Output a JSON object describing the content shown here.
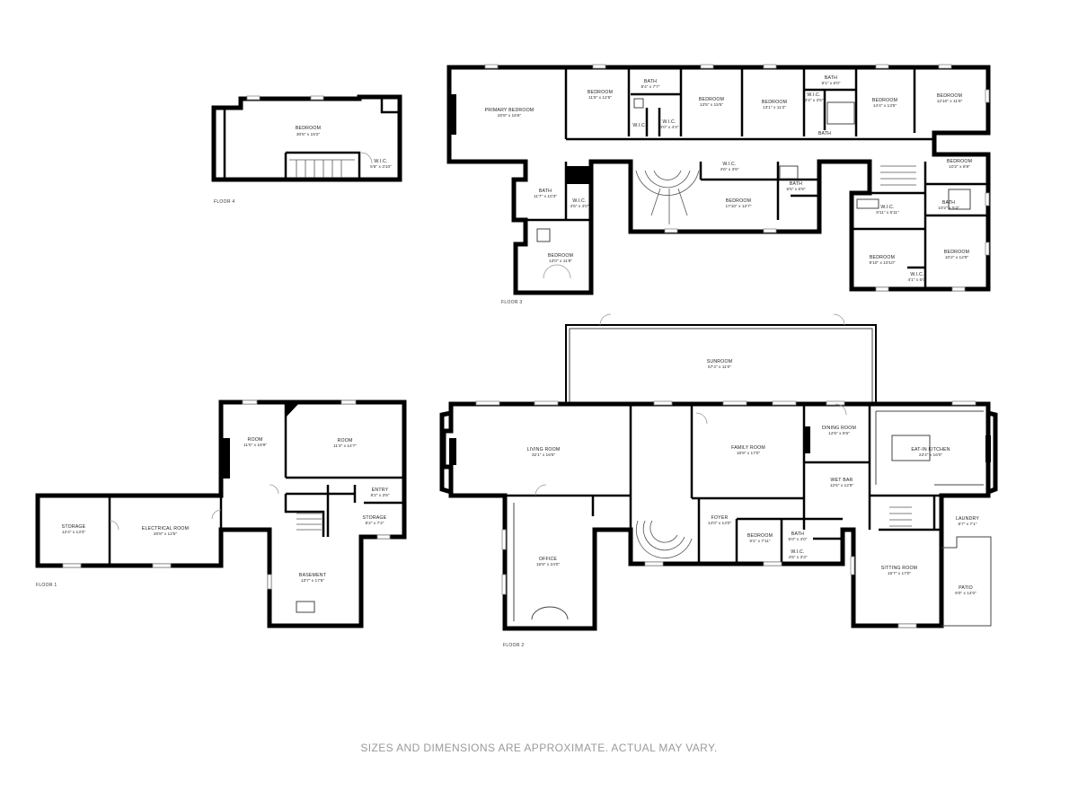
{
  "floors": {
    "floor4": {
      "label": "FLOOR 4",
      "rooms": {
        "bedroom": {
          "name": "BEDROOM",
          "dim": "30'6\" x 15'2\""
        },
        "wic": {
          "name": "W.I.C.",
          "dim": "5'6\" x 3'10\""
        }
      }
    },
    "floor3": {
      "label": "FLOOR 3",
      "rooms": {
        "primary_bedroom": {
          "name": "PRIMARY BEDROOM",
          "dim": "20'8\" x 16'6\""
        },
        "bedroom_a": {
          "name": "BEDROOM",
          "dim": "11'9\" x 12'5\""
        },
        "bath_a": {
          "name": "BATH",
          "dim": "8'4\" x 7'7\""
        },
        "wic_a": {
          "name": "W.I.C.",
          "dim": "4'0\" x 4'4\""
        },
        "wic_b": {
          "name": "W.I.C.",
          "dim": ""
        },
        "bedroom_b": {
          "name": "BEDROOM",
          "dim": "13'5\" x 15'5\""
        },
        "bedroom_c": {
          "name": "BEDROOM",
          "dim": "13'1\" x 11'2\""
        },
        "bath_b": {
          "name": "BATH",
          "dim": "9'1\" x 6'0\""
        },
        "wic_c": {
          "name": "W.I.C.",
          "dim": "3'4\" x 3'5\""
        },
        "bath_c": {
          "name": "BATH",
          "dim": ""
        },
        "bedroom_d": {
          "name": "BEDROOM",
          "dim": "14'4\" x 13'5\""
        },
        "bedroom_e": {
          "name": "BEDROOM",
          "dim": "12'10\" x 11'9\""
        },
        "bedroom_f": {
          "name": "BEDROOM",
          "dim": "10'2\" x 8'9\""
        },
        "bath_d": {
          "name": "BATH",
          "dim": "11'7\" x 10'3\""
        },
        "wic_d": {
          "name": "W.I.C.",
          "dim": "4'5\" x 4'0\""
        },
        "wic_e": {
          "name": "W.I.C.",
          "dim": "4'6\" x 3'6\""
        },
        "bedroom_g": {
          "name": "BEDROOM",
          "dim": "17'10\" x 12'7\""
        },
        "bath_e": {
          "name": "BATH",
          "dim": "6'5\" x 6'9\""
        },
        "wic_f": {
          "name": "W.I.C.",
          "dim": "9'11\" x 5'11\""
        },
        "bath_f": {
          "name": "BATH",
          "dim": "10'2\" x 5'4\""
        },
        "bedroom_h": {
          "name": "BEDROOM",
          "dim": "13'0\" x 11'8\""
        },
        "bedroom_i": {
          "name": "BEDROOM",
          "dim": "9'10\" x 10'10\""
        },
        "bedroom_j": {
          "name": "BEDROOM",
          "dim": "10'2\" x 12'9\""
        },
        "wic_g": {
          "name": "W.I.C.",
          "dim": "4'1\" x 5'0\""
        }
      }
    },
    "floor2": {
      "label": "FLOOR 2",
      "rooms": {
        "sunroom": {
          "name": "SUNROOM",
          "dim": "57'4\" x 11'0\""
        },
        "living_room": {
          "name": "LIVING ROOM",
          "dim": "32'1\" x 16'5\""
        },
        "family_room": {
          "name": "FAMILY ROOM",
          "dim": "16'8\" x 17'0\""
        },
        "dining_room": {
          "name": "DINING ROOM",
          "dim": "12'6\" x 8'6\""
        },
        "eat_in_kitchen": {
          "name": "EAT-IN KITCHEN",
          "dim": "23'4\" x 16'0\""
        },
        "wet_bar": {
          "name": "WET BAR",
          "dim": "12'6\" x 12'9\""
        },
        "foyer": {
          "name": "FOYER",
          "dim": "14'0\" x 14'0\""
        },
        "bedroom": {
          "name": "BEDROOM",
          "dim": "9'1\" x 7'11\""
        },
        "bath": {
          "name": "BATH",
          "dim": "5'0\" x 4'0\""
        },
        "wic": {
          "name": "W.I.C.",
          "dim": "4'6\" x 3'3\""
        },
        "laundry": {
          "name": "LAUNDRY",
          "dim": "8'7\" x 7'1\""
        },
        "office": {
          "name": "OFFICE",
          "dim": "15'9\" x 24'0\""
        },
        "sitting_room": {
          "name": "SITTING ROOM",
          "dim": "16'7\" x 17'0\""
        },
        "patio": {
          "name": "PATIO",
          "dim": "9'0\" x 14'0\""
        }
      }
    },
    "floor1": {
      "label": "FLOOR 1",
      "rooms": {
        "storage_a": {
          "name": "STORAGE",
          "dim": "12'4\" x 13'3\""
        },
        "electrical_room": {
          "name": "ELECTRICAL ROOM",
          "dim": "20'8\" x 12'5\""
        },
        "room_a": {
          "name": "ROOM",
          "dim": "11'0\" x 19'9\""
        },
        "room_b": {
          "name": "ROOM",
          "dim": "11'3\" x 14'7\""
        },
        "entry": {
          "name": "ENTRY",
          "dim": "8'2\" x 3'6\""
        },
        "storage_b": {
          "name": "STORAGE",
          "dim": "8'2\" x 7'4\""
        },
        "basement": {
          "name": "BASEMENT",
          "dim": "13'7\" x 17'6\""
        }
      }
    }
  },
  "disclaimer": "SIZES AND DIMENSIONS ARE APPROXIMATE. ACTUAL MAY VARY."
}
